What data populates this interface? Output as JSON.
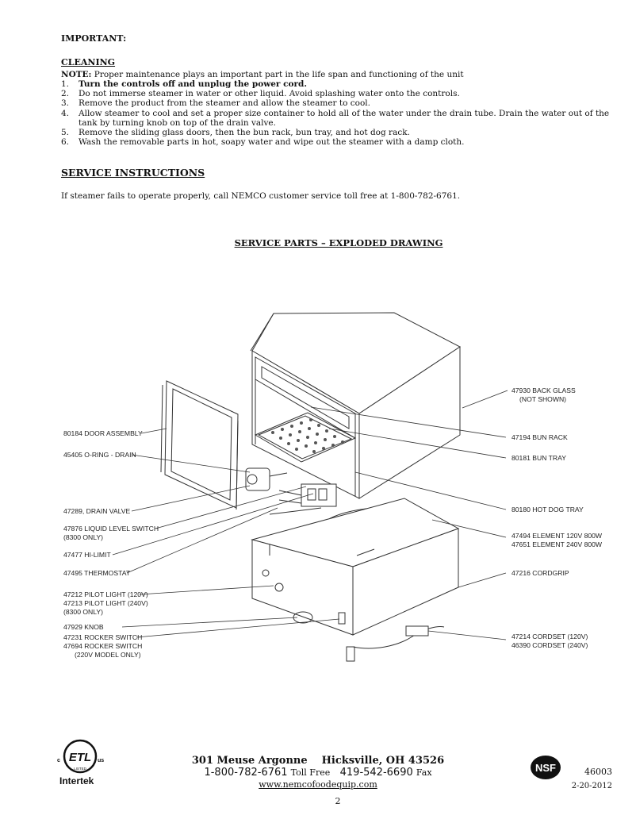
{
  "important_heading": "IMPORTANT:",
  "cleaning": {
    "heading": "CLEANING",
    "note_label": "NOTE:",
    "note_text": " Proper maintenance plays an important part in the life span and functioning of the unit",
    "steps": [
      {
        "num": "1.",
        "text": "Turn the controls off and unplug the power cord."
      },
      {
        "num": "2.",
        "text": "Do not immerse steamer in water or other liquid. Avoid splashing water onto the controls."
      },
      {
        "num": "3.",
        "text": "Remove the product from the steamer and allow the steamer to cool."
      },
      {
        "num": "4.",
        "text": "Allow steamer to cool and set a proper size container to hold all of the water under the drain tube. Drain the water out of the tank by turning knob on top of the drain valve."
      },
      {
        "num": "5.",
        "text": "Remove the sliding glass doors, then the bun rack, bun tray, and hot dog rack."
      },
      {
        "num": "6.",
        "text": "Wash the removable parts in hot, soapy water and wipe out the steamer with a damp cloth."
      }
    ]
  },
  "service": {
    "heading": "SERVICE INSTRUCTIONS",
    "text": "If steamer fails to operate properly, call NEMCO customer service toll free at 1-800-782-6761."
  },
  "parts_heading": "SERVICE PARTS – EXPLODED DRAWING",
  "callouts": {
    "door_assembly": "80184 DOOR ASSEMBLY",
    "o_ring": "45405 O-RING - DRAIN",
    "drain_valve": "47289, DRAIN VALVE",
    "liquid_level_1": "47876 LIQUID LEVEL SWITCH",
    "liquid_level_2": "(8300 ONLY)",
    "hi_limit": "47477 HI-LIMIT",
    "thermostat": "47495 THERMOSTAT",
    "pilot_1": "47212 PILOT LIGHT (120V)",
    "pilot_2": "47213 PILOT LIGHT (240V)",
    "pilot_3": "(8300 ONLY)",
    "knob": "47929 KNOB",
    "rocker_1": "47231 ROCKER SWITCH",
    "rocker_2": "47694 ROCKER SWITCH",
    "rocker_3": "(220V MODEL ONLY)",
    "back_glass_1": "47930 BACK GLASS",
    "back_glass_2": "(NOT SHOWN)",
    "bun_rack": "47194 BUN RACK",
    "bun_tray": "80181 BUN TRAY",
    "hot_dog_tray": "80180 HOT DOG TRAY",
    "element_1": "47494 ELEMENT 120V 800W",
    "element_2": "47651 ELEMENT 240V 800W",
    "cordgrip": "47216 CORDGRIP",
    "cordset_1": "47214 CORDSET (120V)",
    "cordset_2": "46390 CORDSET (240V)"
  },
  "footer": {
    "address": "301 Meuse Argonne",
    "city": "Hicksville, OH 43526",
    "phone": "1-800-782-6761",
    "phone_label": "Toll Free",
    "fax": "419-542-6690",
    "fax_label": "Fax",
    "url": "www.nemcofoodequip.com",
    "page": "2",
    "doc_number": "46003",
    "date": "2-20-2012",
    "etl_mark": "ETL",
    "etl_c": "c",
    "etl_us": "us",
    "etl_listed": "LISTED",
    "intertek": "Intertek",
    "nsf": "NSF"
  }
}
